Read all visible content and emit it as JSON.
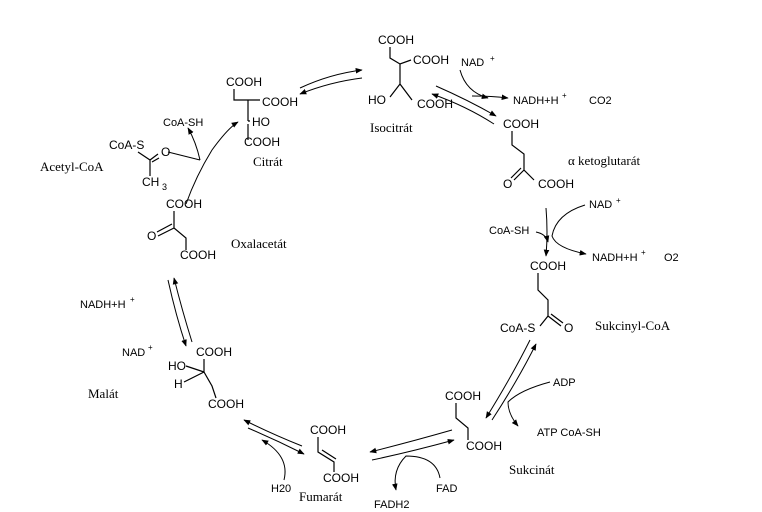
{
  "metabolites": {
    "citrate": "Citrát",
    "isocitrate": "Isocitrát",
    "alpha_ketoglutarate": "α ketoglutarát",
    "succinyl_coa": "Sukcinyl-CoA",
    "succinate": "Sukcinát",
    "fumarate": "Fumarát",
    "malate": "Malát",
    "oxaloacetate": "Oxalacetát",
    "acetyl_coa": "Acetyl-CoA"
  },
  "groups": {
    "cooh": "COOH",
    "ho": "HO",
    "h": "H",
    "coa_s": "CoA-S",
    "ch3": "CH",
    "ch3_sub": "3",
    "o": "O"
  },
  "cofactors": {
    "coa_sh": "CoA-SH",
    "nad": "NAD",
    "nadh": "NADH+H",
    "plus": "+",
    "co2": "CO2",
    "o2_partial": "O2",
    "adp": "ADP",
    "atp_coa_sh": "ATP CoA-SH",
    "fad": "FAD",
    "fadh2": "FADH2",
    "h2o": "H20"
  },
  "colors": {
    "ink": "#000000",
    "background": "#ffffff"
  }
}
